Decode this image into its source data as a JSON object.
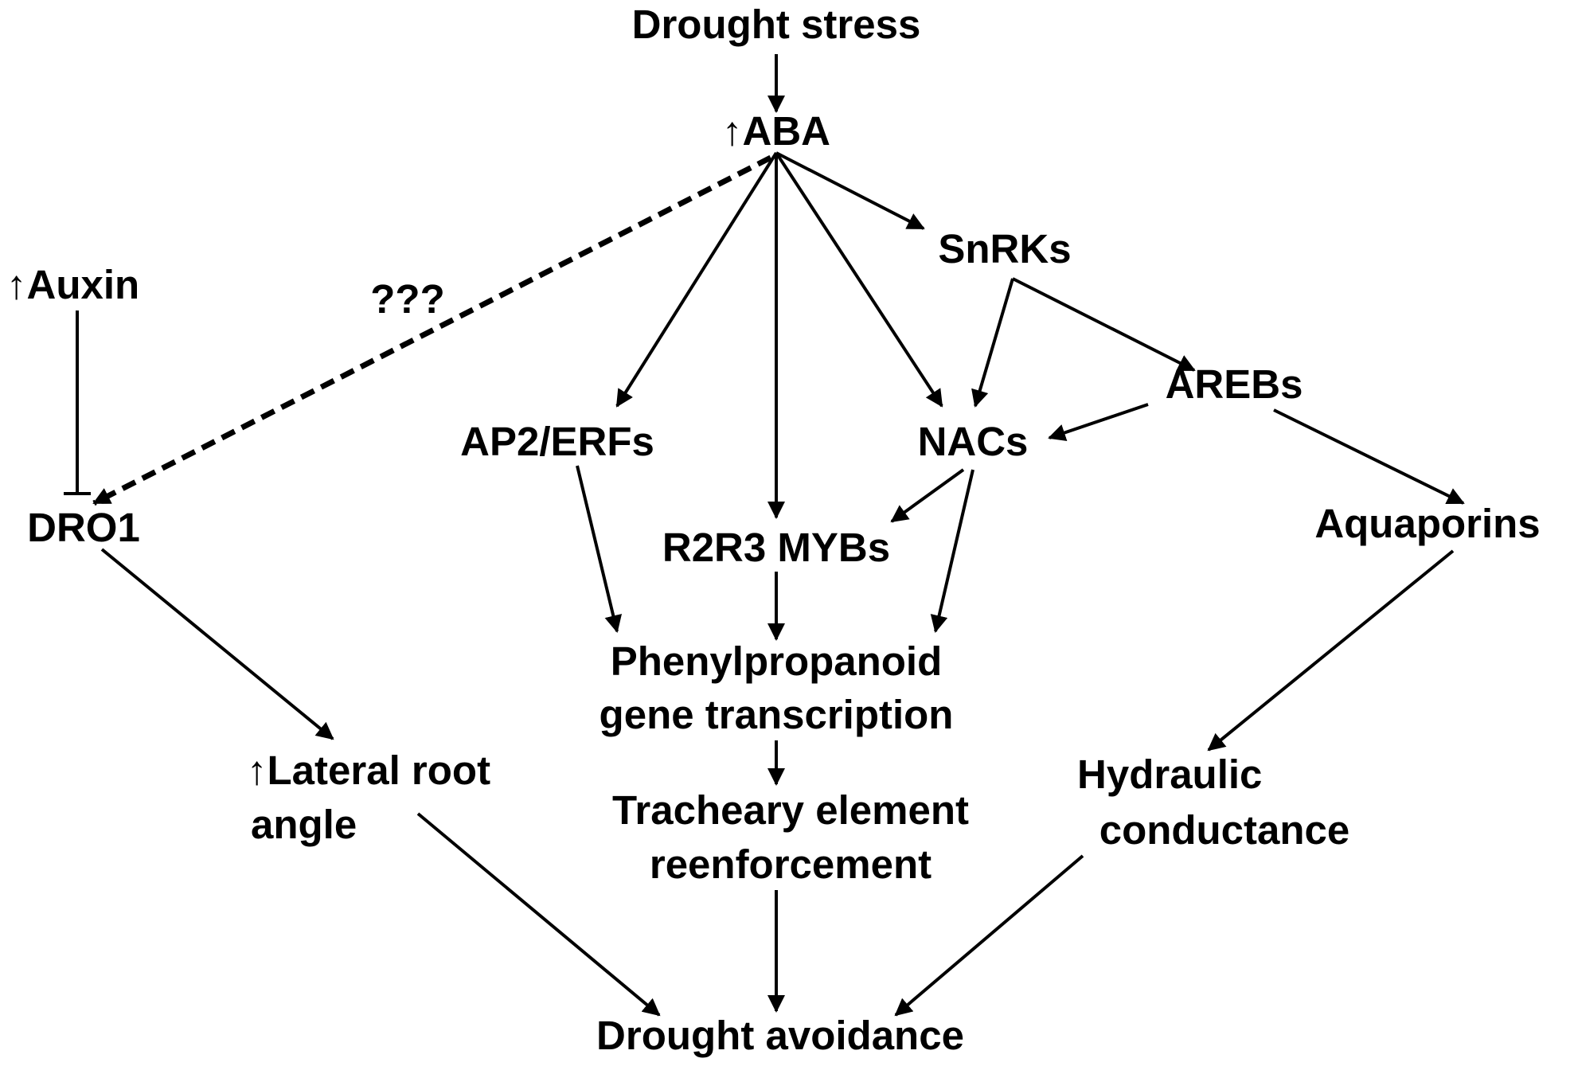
{
  "nodes": {
    "drought_stress": "Drought stress",
    "aba": "↑ABA",
    "snrks": "SnRKs",
    "auxin": "↑Auxin",
    "unknown": "???",
    "arebs": "AREBs",
    "ap2_erfs": "AP2/ERFs",
    "nacs": "NACs",
    "dro1": "DRO1",
    "r2r3_mybs": "R2R3 MYBs",
    "aquaporins": "Aquaporins",
    "phenyl_line1": "Phenylpropanoid",
    "phenyl_line2": "gene transcription",
    "lateral_line1": "↑Lateral root",
    "lateral_line2": "angle",
    "hydraulic_line1": "Hydraulic",
    "hydraulic_line2": "conductance",
    "tracheary_line1": "Tracheary element",
    "tracheary_line2": "reenforcement",
    "drought_avoidance": "Drought avoidance"
  },
  "colors": {
    "line": "#000000",
    "text": "#000000",
    "background": "#ffffff"
  }
}
